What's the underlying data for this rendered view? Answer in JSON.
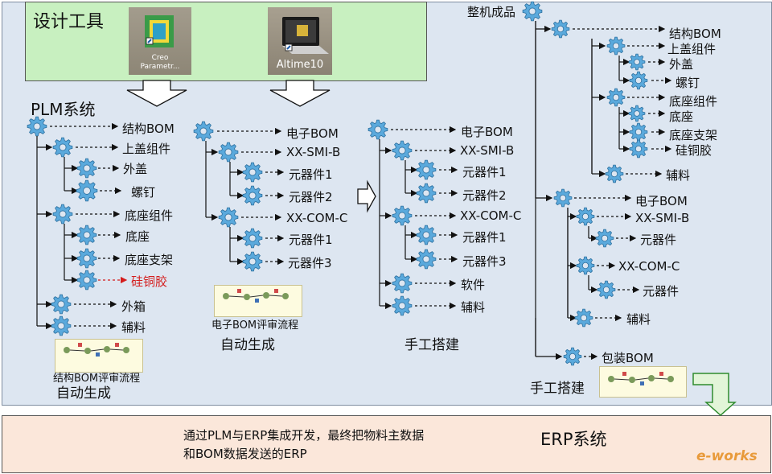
{
  "design_tools": {
    "title": "设计工具",
    "apps": [
      {
        "label": "Creo Parametr...",
        "icon": "creo-app-icon"
      },
      {
        "label": "Altime10",
        "icon": "altium-app-icon"
      }
    ]
  },
  "plm": {
    "title": "PLM系统",
    "structural_bom": {
      "root": "结构BOM",
      "top_assembly": "上盖组件",
      "outer_cover": "外盖",
      "screw": "螺钉",
      "base_assembly": "底座组件",
      "base": "底座",
      "base_bracket": "底座支架",
      "silicone_glue": "硅铜胶",
      "outer_box": "外箱",
      "aux_material": "辅料",
      "flow_caption": "结构BOM评审流程",
      "caption": "自动生成"
    },
    "electronic_bom": {
      "root": "电子BOM",
      "smi": "XX-SMI-B",
      "comp1": "元器件1",
      "comp2": "元器件2",
      "com": "XX-COM-C",
      "comp1b": "元器件1",
      "comp3": "元器件3",
      "flow_caption": "电子BOM评审流程",
      "caption": "自动生成"
    }
  },
  "manual_bom": {
    "root": "电子BOM",
    "smi": "XX-SMI-B",
    "comp1": "元器件1",
    "comp2": "元器件2",
    "com": "XX-COM-C",
    "comp1b": "元器件1",
    "comp3": "元器件3",
    "software": "软件",
    "aux": "辅料",
    "caption": "手工搭建"
  },
  "product": {
    "root": "整机成品",
    "struct_bom": "结构BOM",
    "top_assembly": "上盖组件",
    "outer_cover": "外盖",
    "screw": "螺钉",
    "base_assembly": "底座组件",
    "base": "底座",
    "base_bracket": "底座支架",
    "silicone_glue": "硅铜胶",
    "aux1": "辅料",
    "elec_bom": "电子BOM",
    "smi": "XX-SMI-B",
    "comp_a": "元器件",
    "com": "XX-COM-C",
    "comp_b": "元器件",
    "aux2": "辅料",
    "packaging_bom": "包装BOM",
    "caption": "手工搭建"
  },
  "erp": {
    "note_line1": "通过PLM与ERP集成开发，最终把物料主数据",
    "note_line2": "和BOM数据发送的ERP",
    "title": "ERP系统"
  },
  "watermark": "e-works",
  "colors": {
    "diagram_bg": "#dde6f1",
    "tools_bg": "#c8f0c0",
    "erp_bg": "#fbe7da",
    "gear": "#5aa9dc",
    "highlight_text": "#d41c1c",
    "arrow_green": "#2e8b2e"
  }
}
